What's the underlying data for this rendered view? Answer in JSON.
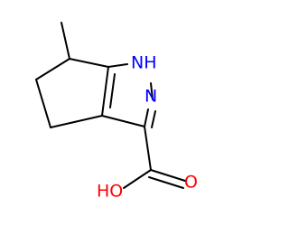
{
  "structure": {
    "atoms": {
      "nh": "NH",
      "n": "N",
      "oh": "HO",
      "o": "O"
    },
    "colors": {
      "bond": "#000000",
      "nitrogen": "#0000ff",
      "oxygen": "#ff0000"
    }
  }
}
